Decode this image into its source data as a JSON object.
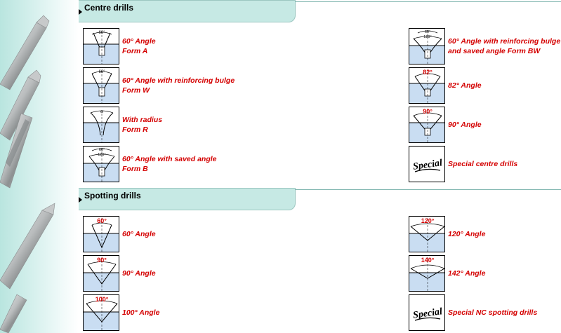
{
  "sections": [
    {
      "title": "Centre drills",
      "left_items": [
        {
          "icon": "centre-drill-form-a-icon",
          "angle_text": "60°",
          "label": "60° Angle\nForm A"
        },
        {
          "icon": "centre-drill-form-w-icon",
          "angle_text": "60°",
          "label": "60° Angle with reinforcing bulge\nForm W"
        },
        {
          "icon": "centre-drill-form-r-icon",
          "angle_text": "α",
          "label": "With radius\nForm R"
        },
        {
          "icon": "centre-drill-form-b-icon",
          "angle_text": "60°",
          "angle_text_2": "120°",
          "label": "60° Angle with saved angle\nForm B"
        }
      ],
      "right_items": [
        {
          "icon": "centre-drill-form-bw-icon",
          "angle_text": "60°",
          "angle_text_2": "120°",
          "label": "60° Angle with reinforcing bulge\nand saved angle Form BW"
        },
        {
          "icon": "centre-drill-82-icon",
          "angle_text": "82°",
          "label": "82° Angle"
        },
        {
          "icon": "centre-drill-90-icon",
          "angle_text": "90°",
          "label": "90° Angle"
        },
        {
          "icon": "special-logo-icon",
          "logo_text": "Special",
          "label": "Special centre drills"
        }
      ]
    },
    {
      "title": "Spotting drills",
      "left_items": [
        {
          "icon": "spotting-drill-60-icon",
          "angle_text": "60°",
          "label": "60° Angle"
        },
        {
          "icon": "spotting-drill-90-icon",
          "angle_text": "90°",
          "label": "90° Angle"
        },
        {
          "icon": "spotting-drill-100-icon",
          "angle_text": "100°",
          "label": "100° Angle"
        }
      ],
      "right_items": [
        {
          "icon": "spotting-drill-120-icon",
          "angle_text": "120°",
          "label": "120° Angle"
        },
        {
          "icon": "spotting-drill-140-icon",
          "angle_text": "140°",
          "label": "142° Angle"
        },
        {
          "icon": "special-logo-icon",
          "logo_text": "Special",
          "label": "Special NC spotting drills"
        }
      ]
    }
  ],
  "colors": {
    "label_red": "#d40000",
    "header_teal": "#c6e9e4",
    "workpiece_blue": "#c9ddf2"
  }
}
